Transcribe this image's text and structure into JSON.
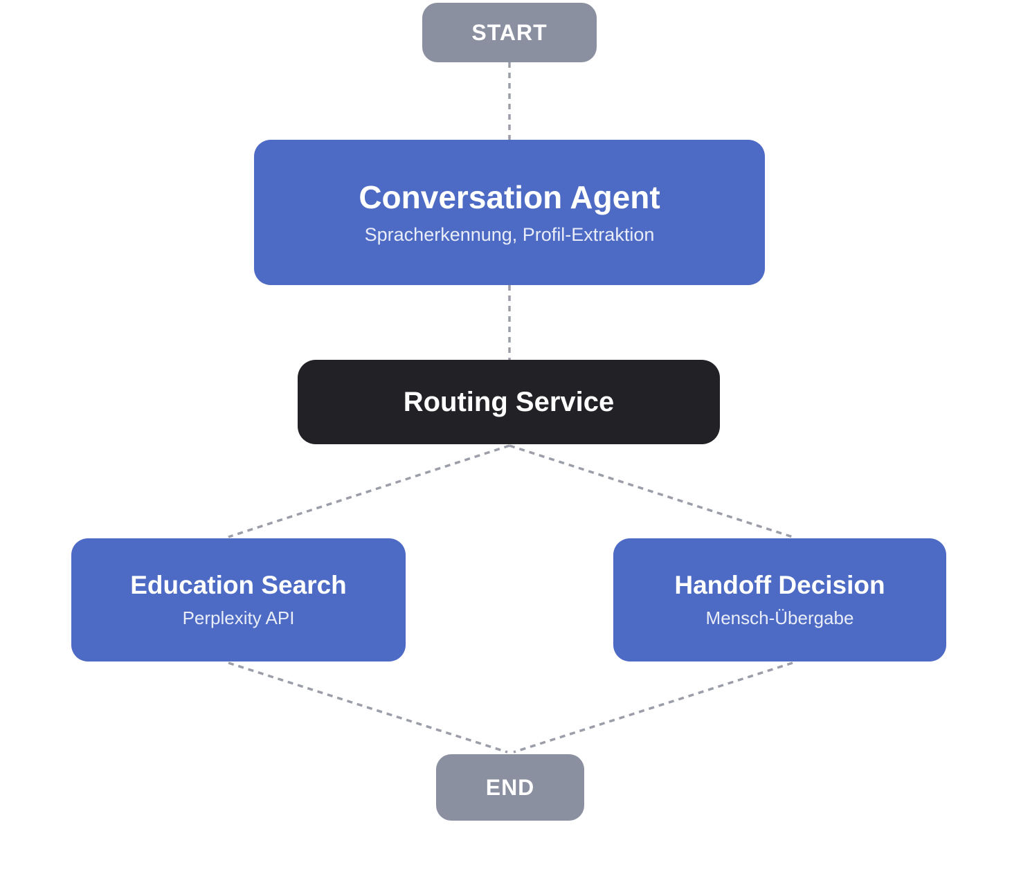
{
  "colors": {
    "terminal_gray": "#8B90A0",
    "process_blue": "#4D6AC5",
    "routing_black": "#222226",
    "edge_gray": "#9B9EA8",
    "background": "#FFFFFF",
    "text_white": "#FFFFFF"
  },
  "nodes": {
    "start": {
      "label": "START"
    },
    "conversation_agent": {
      "title": "Conversation Agent",
      "subtitle": "Spracherkennung, Profil-Extraktion"
    },
    "routing_service": {
      "title": "Routing Service"
    },
    "education_search": {
      "title": "Education Search",
      "subtitle": "Perplexity API"
    },
    "handoff_decision": {
      "title": "Handoff Decision",
      "subtitle": "Mensch-Übergabe"
    },
    "end": {
      "label": "END"
    }
  },
  "edges": [
    {
      "from": "start",
      "to": "conversation_agent",
      "style": "dashed"
    },
    {
      "from": "conversation_agent",
      "to": "routing_service",
      "style": "dashed"
    },
    {
      "from": "routing_service",
      "to": "education_search",
      "style": "dashed"
    },
    {
      "from": "routing_service",
      "to": "handoff_decision",
      "style": "dashed"
    },
    {
      "from": "education_search",
      "to": "end",
      "style": "dashed"
    },
    {
      "from": "handoff_decision",
      "to": "end",
      "style": "dashed"
    }
  ]
}
